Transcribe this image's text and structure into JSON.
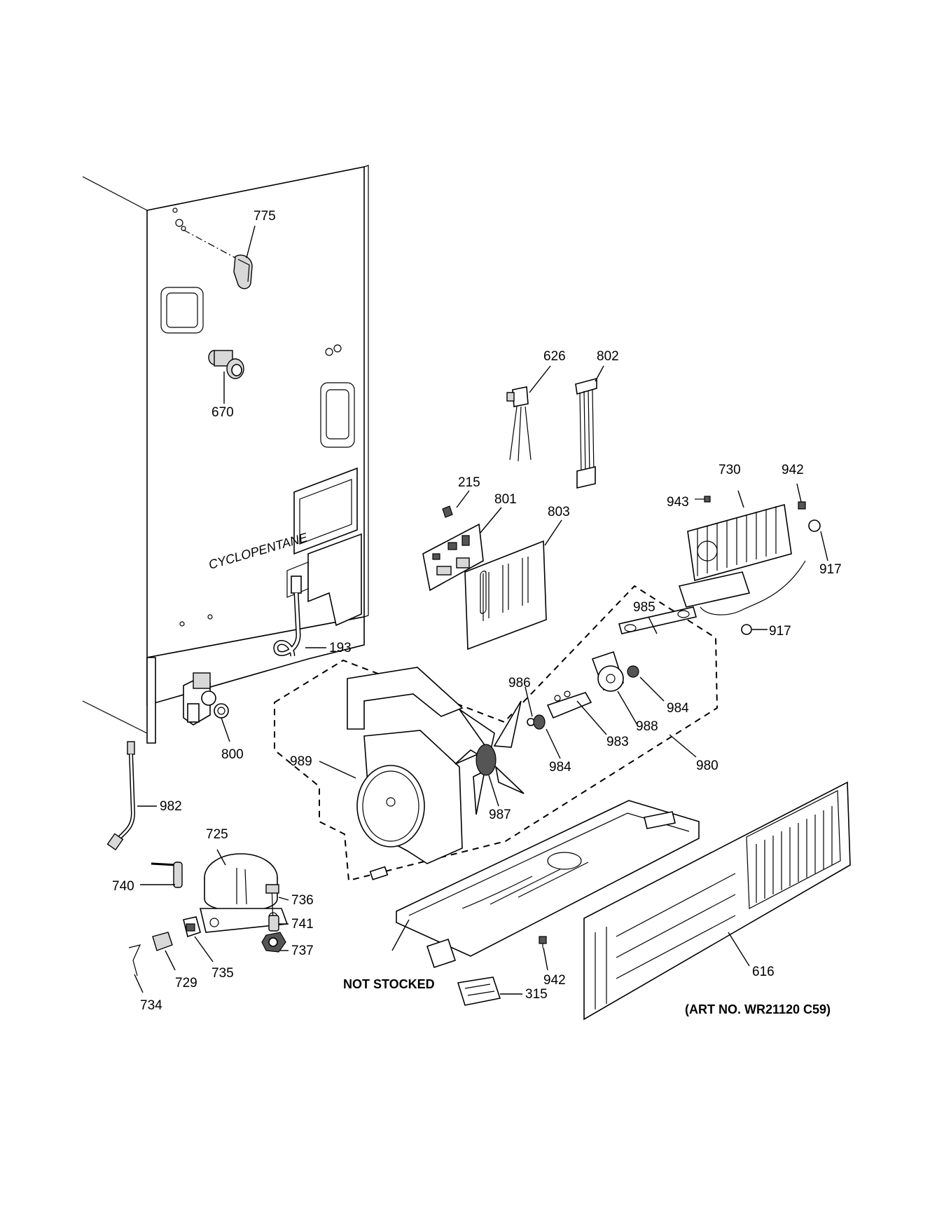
{
  "callouts": {
    "c775": "775",
    "c670": "670",
    "c193": "193",
    "c800": "800",
    "c982": "982",
    "c725": "725",
    "c740": "740",
    "c736": "736",
    "c741": "741",
    "c737": "737",
    "c735": "735",
    "c729": "729",
    "c734": "734",
    "c626": "626",
    "c802": "802",
    "c215": "215",
    "c801": "801",
    "c803": "803",
    "c730": "730",
    "c942a": "942",
    "c943": "943",
    "c917a": "917",
    "c917b": "917",
    "c985": "985",
    "c986": "986",
    "c984a": "984",
    "c988": "988",
    "c983": "983",
    "c984b": "984",
    "c980": "980",
    "c989": "989",
    "c987": "987",
    "c942b": "942",
    "c616": "616",
    "c315": "315"
  },
  "cabinet_label": "CYCLOPENTANE",
  "not_stocked": "NOT STOCKED",
  "art_no": "(ART NO. WR21120 C59)"
}
